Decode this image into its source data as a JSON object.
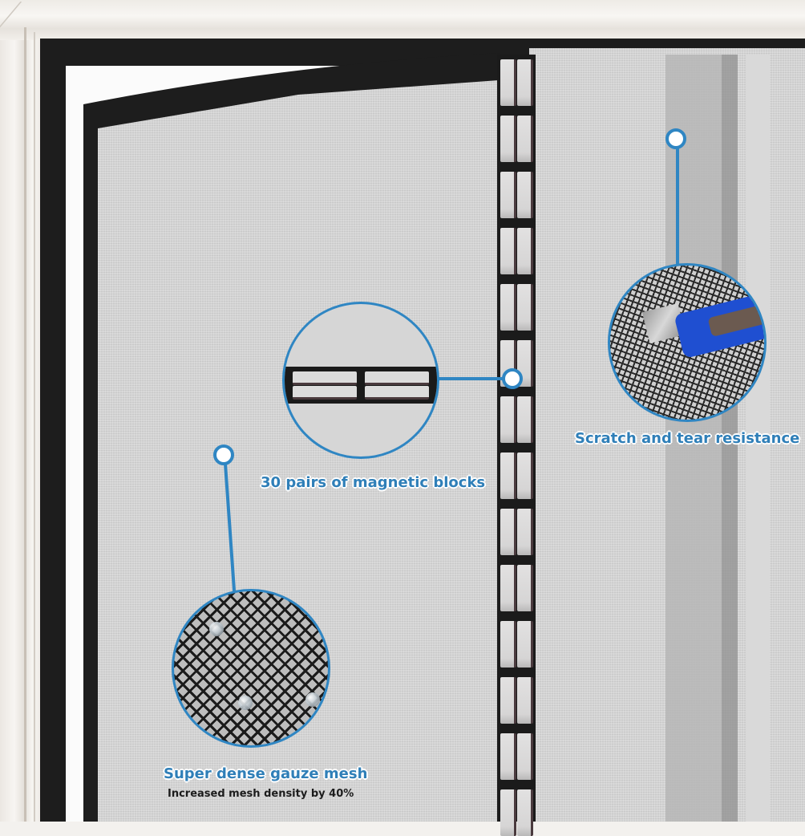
{
  "product": "magnetic screen door",
  "colors": {
    "accent": "#2f86c3",
    "label_text": "#2f7fb8",
    "sublabel_text": "#1c1c1c",
    "frame": "#1d1d1d",
    "mesh": "#d4d4d4",
    "cutter": "#1f4fd1"
  },
  "callouts": [
    {
      "id": "magnetic-blocks",
      "label": "30 pairs of magnetic blocks",
      "icon": "magnet-blocks-closeup"
    },
    {
      "id": "scratch-resistance",
      "label": "Scratch and tear resistance",
      "icon": "utility-knife-on-mesh"
    },
    {
      "id": "dense-mesh",
      "label": "Super dense gauze mesh",
      "sublabel": "Increased mesh density by 40%",
      "icon": "mesh-with-water-drops"
    }
  ]
}
